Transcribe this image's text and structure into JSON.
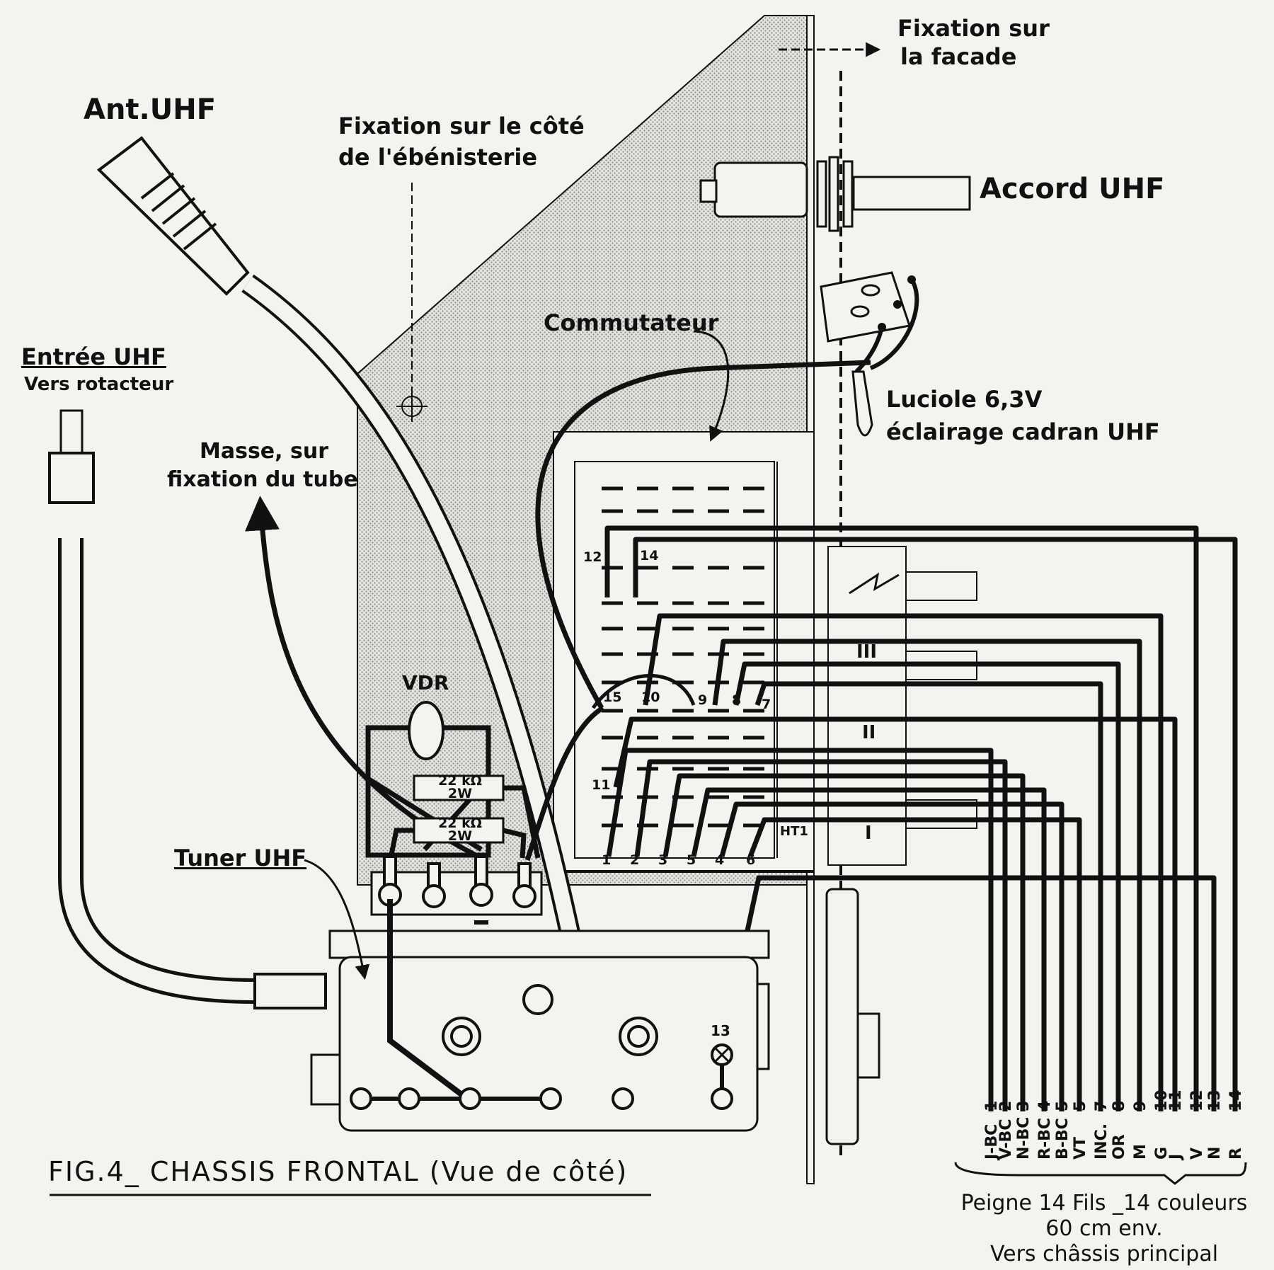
{
  "labels": {
    "fixation_facade_1": "Fixation sur",
    "fixation_facade_2": "la facade",
    "ant_uhf": "Ant.UHF",
    "fixation_cote_1": "Fixation sur le côté",
    "fixation_cote_2": "de l'ébénisterie",
    "accord_uhf": "Accord UHF",
    "entree_uhf": "Entrée UHF",
    "vers_rotacteur": "Vers rotacteur",
    "commutateur": "Commutateur",
    "luciole_1": "Luciole 6,3V",
    "luciole_2": "éclairage cadran UHF",
    "masse_1": "Masse, sur",
    "masse_2": "fixation du tube",
    "vdr": "VDR",
    "res1_a": "22 kΩ",
    "res1_b": "2W",
    "res2_a": "22 kΩ",
    "res2_b": "2W",
    "tuner_uhf": "Tuner UHF",
    "ht1": "HT1",
    "roman_3": "III",
    "roman_2": "II",
    "roman_1": "I",
    "pin_13": "13",
    "figure_title": "FIG.4_ CHASSIS FRONTAL (Vue de côté)",
    "peigne_1": "Peigne 14 Fils _14 couleurs",
    "peigne_2": "60 cm env.",
    "peigne_3": "Vers châssis principal"
  },
  "switch_pins": [
    "12",
    "14",
    "15",
    "10",
    "9",
    "8",
    "7",
    "11",
    "1",
    "2",
    "3",
    "5",
    "4",
    "6"
  ],
  "cable_numbers": [
    "1",
    "2",
    "3",
    "4",
    "5",
    "5",
    "7",
    "8",
    "9",
    "10",
    "11",
    "12",
    "13",
    "14"
  ],
  "cable_colors": [
    "J-BC",
    "V-BC",
    "N-BC",
    "R-BC",
    "B-BC",
    "VT",
    "INC.",
    "OR",
    "M",
    "G",
    "J",
    "V",
    "N",
    "R"
  ]
}
